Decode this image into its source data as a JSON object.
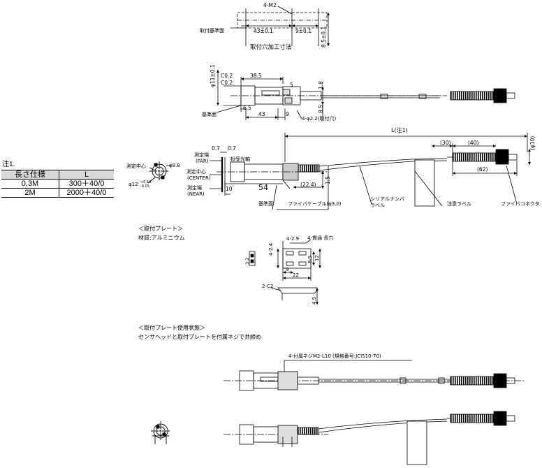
{
  "top_view": {
    "hole_label": "4-M2",
    "ref_surface": "取付基準面",
    "dim_43": "43±0.1",
    "dim_9": "9±0.1",
    "dim_85": "8.5±0.1",
    "caption": "取付穴加工寸法"
  },
  "side_view": {
    "dia_11": "φ11±0.1",
    "c02a": "C0.2",
    "c02b": "C0.2",
    "dim_385": "38.5",
    "dim_5": "5",
    "dim_18": "1.8",
    "dim_65": "6.5",
    "dim_43": "43",
    "dim_9": "9",
    "dim_85": "8.5",
    "ref": "基準面",
    "holes": "4-φ2.2(取付穴)"
  },
  "main_view": {
    "L": "L(注1)",
    "dia10": "(φ10)",
    "d30": "(30)",
    "d40": "(40)",
    "d62": "(62)",
    "far": "測定端\n(FAR)",
    "far1": "測定端",
    "far2": "(FAR)",
    "center1": "測定中心",
    "center2": "(CENTER)",
    "near1": "測定端",
    "near2": "(NEAR)",
    "d07a": "0.7",
    "d07b": "0.7",
    "recv": "投受光軸",
    "d10": "10",
    "d54": "54",
    "d224": "(22.4)",
    "d15": "1.5",
    "ref": "基準面",
    "cable": "ファイバケーブル(φ3.0)",
    "serial1": "シリアルナンバ",
    "serial2": "ラベル",
    "caution": "注意ラベル",
    "connector": "ファイバコネクタ",
    "end_center": "測定中心",
    "end_dia88": "φ8.8",
    "end_dia12": "φ12",
    "end_tol_top": "+0.10",
    "end_tol_bot": "-0.05"
  },
  "note": {
    "title": "注1.",
    "headers": [
      "長さ仕様",
      "L"
    ],
    "rows": [
      [
        "0.3M",
        "300＋40/0"
      ],
      [
        "2M",
        "2000＋40/0"
      ]
    ]
  },
  "plate": {
    "title": "＜取付プレート＞",
    "material": "材質:アルミニウム",
    "d242": "4-2.4",
    "d429": "4-2.9",
    "slot": "4-貫通 長穴",
    "d85": "8.5",
    "d12": "12",
    "d9": "9",
    "d22": "22",
    "c2": "2-C2",
    "d45": "4.5",
    "d32": "3.2"
  },
  "usage": {
    "title": "＜取付プレート使用状態＞",
    "desc": "センサヘッドと取付プレートを付属ネジで共締め",
    "screw": "4-付属ネジM2-L10 (規格番号:JCIS10-70)"
  }
}
